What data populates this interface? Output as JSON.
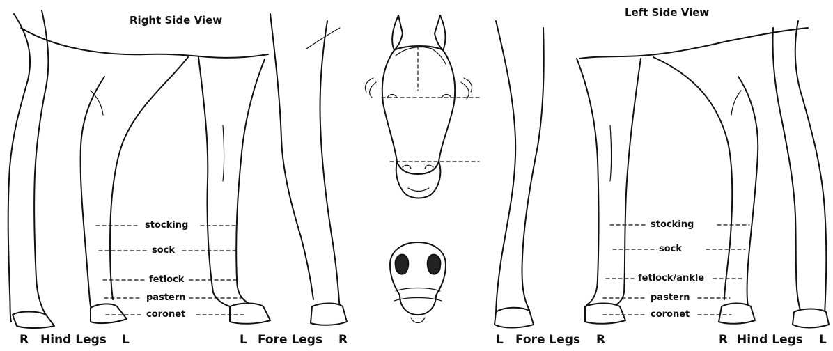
{
  "titles": {
    "right_view": "Right Side View",
    "left_view": "Left Side View"
  },
  "right_view": {
    "labels": {
      "stocking": "stocking",
      "sock": "sock",
      "fetlock": "fetlock",
      "pastern": "pastern",
      "coronet": "coronet"
    },
    "bottom": {
      "hind_r": "R",
      "hind_label": "Hind Legs",
      "hind_l": "L",
      "fore_l": "L",
      "fore_label": "Fore Legs",
      "fore_r": "R"
    }
  },
  "left_view": {
    "labels": {
      "stocking": "stocking",
      "sock": "sock",
      "fetlock": "fetlock/ankle",
      "pastern": "pastern",
      "coronet": "coronet"
    },
    "bottom": {
      "fore_l": "L",
      "fore_label": "Fore Legs",
      "fore_r": "R",
      "hind_r": "R",
      "hind_label": "Hind Legs",
      "hind_l": "L"
    }
  }
}
